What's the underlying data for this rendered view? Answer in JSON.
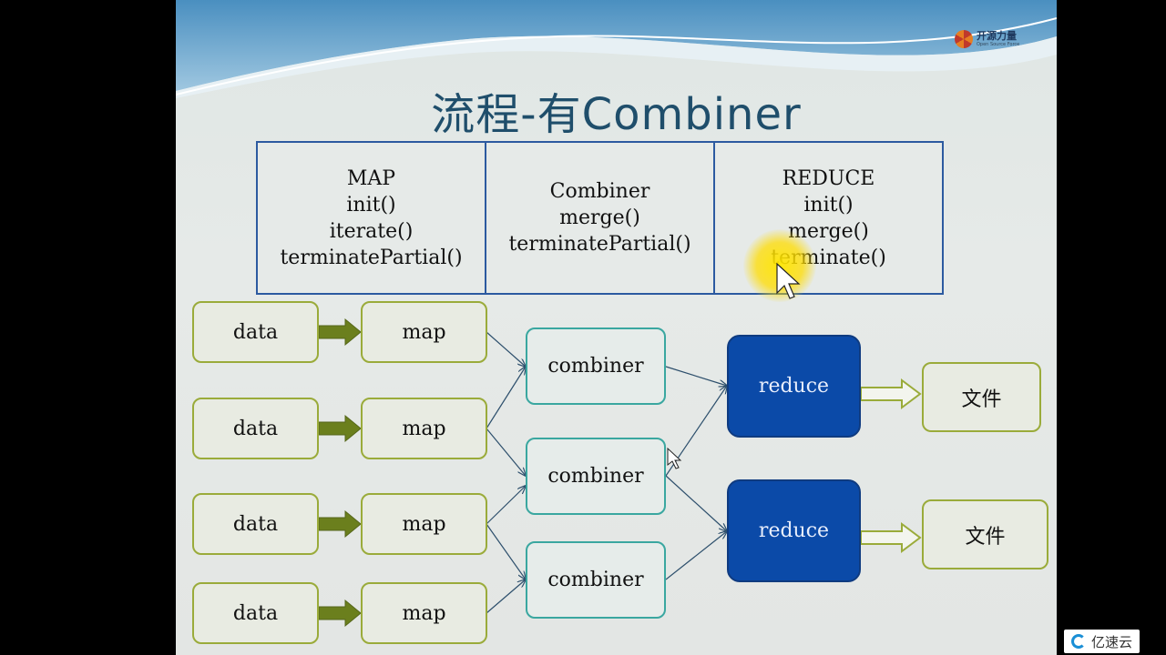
{
  "slide": {
    "title": "流程-有Combiner",
    "logo": {
      "cn": "开源力量",
      "en": "Open Source Force"
    }
  },
  "phases": [
    {
      "lines": [
        "MAP",
        "init()",
        "iterate()",
        "terminatePartial()"
      ]
    },
    {
      "lines": [
        "Combiner",
        "merge()",
        "terminatePartial()"
      ]
    },
    {
      "lines": [
        "REDUCE",
        "init()",
        "merge()",
        "terminate()"
      ]
    }
  ],
  "flow": {
    "data": [
      "data",
      "data",
      "data",
      "data"
    ],
    "maps": [
      "map",
      "map",
      "map",
      "map"
    ],
    "combiners": [
      "combiner",
      "combiner",
      "combiner"
    ],
    "reducers": [
      "reduce",
      "reduce"
    ],
    "outputs": [
      "文件",
      "文件"
    ]
  },
  "watermark": {
    "text": "亿速云"
  },
  "colors": {
    "olive": "#9aab3a",
    "olive_arrow": "#6b7f1d",
    "teal": "#3aa7a0",
    "reduce_fill": "#0b4aa8",
    "table_border": "#2c5aa0",
    "title": "#1f4e6b"
  }
}
